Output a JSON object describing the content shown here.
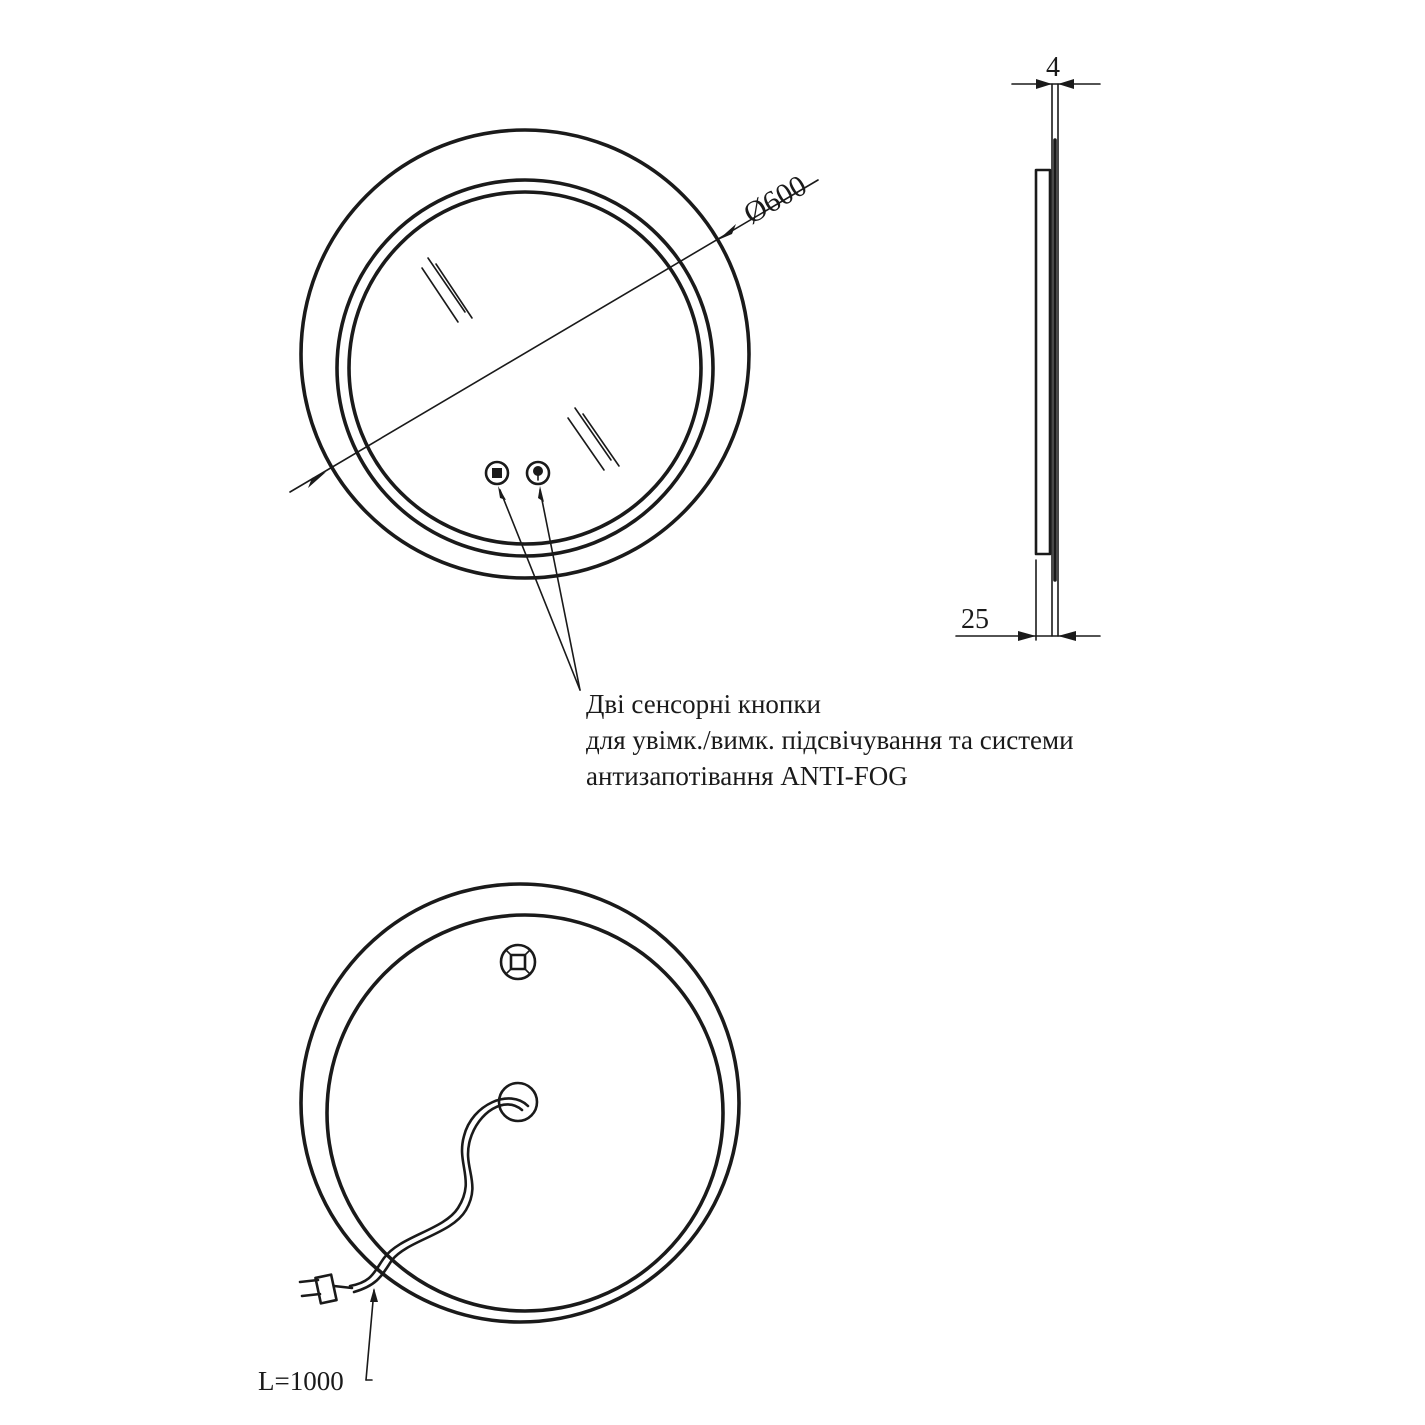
{
  "front_view": {
    "diameter_label": "Ø600"
  },
  "side_view": {
    "thickness_label": "4",
    "depth_label": "25"
  },
  "callout": {
    "line1": "Дві сенсорні кнопки",
    "line2": "для увімк./вимк. підсвічування та системи",
    "line3": "антизапотівання ANTI-FOG"
  },
  "back_view": {
    "cable_length_label": "L=1000"
  },
  "colors": {
    "line": "#1a1a1a",
    "background": "#ffffff"
  }
}
